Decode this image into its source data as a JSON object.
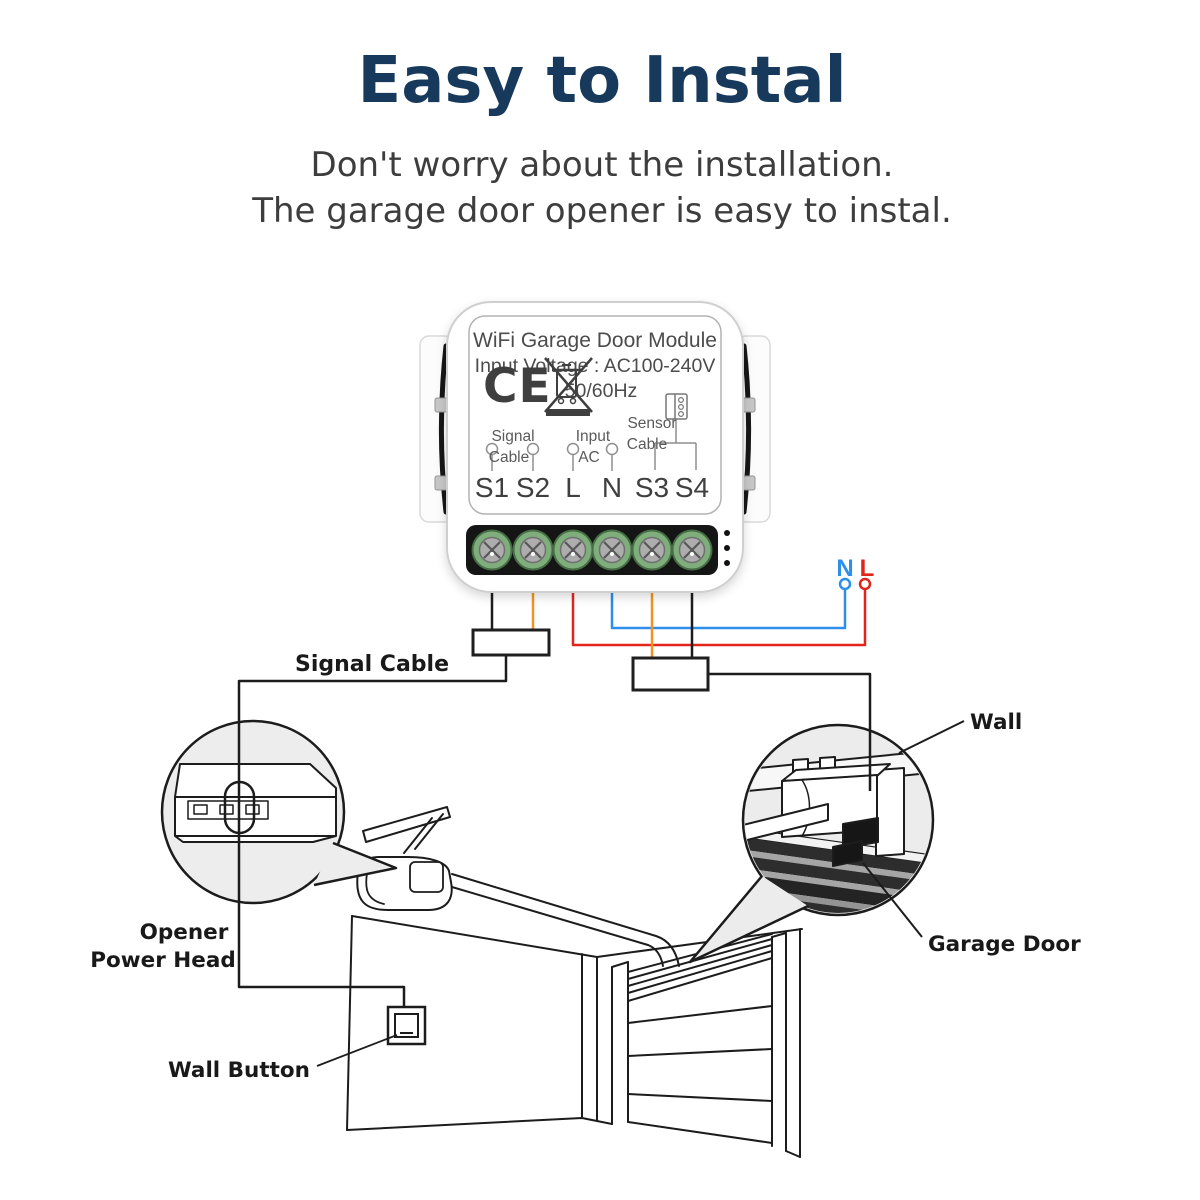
{
  "header": {
    "title": "Easy to Instal",
    "subtitle_line1": "Don't worry about the installation.",
    "subtitle_line2": "The garage door opener is easy to instal."
  },
  "module": {
    "title": "WiFi Garage Door Module",
    "voltage": "Input Voltage : AC100-240V",
    "frequency": "50/60Hz",
    "ce_mark": "CE",
    "port_signal_line1": "Signal",
    "port_signal_line2": "Cable",
    "port_input_line1": "Input",
    "port_input_line2": "AC",
    "port_sensor_line1": "Sensor",
    "port_sensor_line2": "Cable",
    "terminals": [
      "S1",
      "S2",
      "L",
      "N",
      "S3",
      "S4"
    ]
  },
  "wiring": {
    "neutral_label": "N",
    "live_label": "L"
  },
  "labels": {
    "signal_cable": "Signal Cable",
    "opener_line1": "Opener",
    "opener_line2": "Power Head",
    "wall_button": "Wall Button",
    "wall": "Wall",
    "garage_door": "Garage Door"
  },
  "colors": {
    "title": "#173a5c",
    "subtitle": "#3d3d3d",
    "line": "#1c1c1c",
    "live": "#e1251b",
    "neutral": "#2d8fe9",
    "signal_orange": "#f39322",
    "wire_black": "#1c1c1c",
    "terminal_green": "#7fae7c"
  }
}
